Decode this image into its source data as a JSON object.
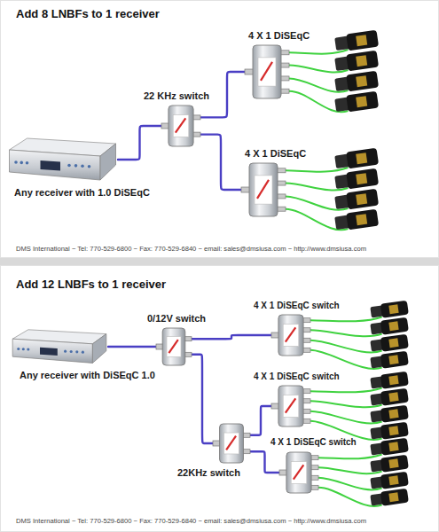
{
  "diagram": {
    "nodes": [
      {
        "text": [
          "Add 8 LNBFs to 1 receiver",
          "DMS International ~ Tel: 770-529-6800 ~ Fax: 770-529-6840 ~ email: sales@dmsiusa.com ~ http://www.dmsiusa.com"
        ]
      },
      {
        "text": [
          "Any receiver with 1.0 DiSEqC"
        ],
        "in": 0
      },
      {
        "text": [
          "22 KHz switch"
        ],
        "in": 0
      },
      {
        "text": [
          "4 X 1 DiSEqC"
        ],
        "in": 0
      },
      {
        "text": [
          "4 X 1 DiSEqC"
        ],
        "in": 0
      },
      {
        "text": [
          "Add 12 LNBFs to 1 receiver",
          "DMS International ~ Tel: 770-529-6800 ~ Fax: 770-529-6840 ~ email: sales@dmsiusa.com ~ http://www.dmsiusa.com"
        ]
      },
      {
        "text": [
          "Any receiver with DiSEqC 1.0"
        ],
        "in": 5
      },
      {
        "text": [
          "0/12V switch"
        ],
        "in": 5
      },
      {
        "text": [
          "4 X 1 DiSEqC switch"
        ],
        "in": 5
      },
      {
        "text": [
          "4 X 1 DiSEqC switch"
        ],
        "in": 5
      },
      {
        "text": [
          "4 X 1 DiSEqC switch"
        ],
        "in": 5
      },
      {
        "text": [
          "22KHz switch"
        ],
        "in": 5
      }
    ],
    "edges": [
      {
        "from": 1,
        "to": 2,
        "arrow": "none"
      },
      {
        "from": 2,
        "to": 3,
        "arrow": "none"
      },
      {
        "from": 2,
        "to": 4,
        "arrow": "none"
      },
      {
        "from": 6,
        "to": 7,
        "arrow": "none"
      },
      {
        "from": 7,
        "to": 8,
        "arrow": "none"
      },
      {
        "from": 7,
        "to": 11,
        "arrow": "none"
      },
      {
        "from": 11,
        "to": 9,
        "arrow": "none"
      },
      {
        "from": 11,
        "to": 10,
        "arrow": "none"
      }
    ]
  }
}
